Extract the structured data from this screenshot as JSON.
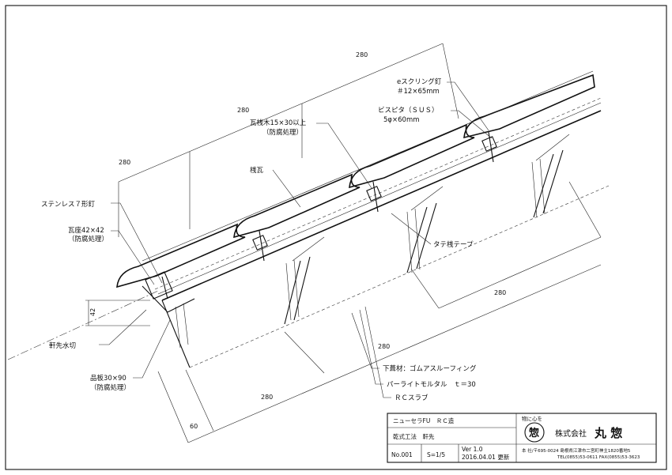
{
  "labels": {
    "stainless_nail": "ステンレス７形釘",
    "kawaraza_size": "瓦座42×42",
    "kawaraza_treat": "（防腐処理）",
    "nokisaki_mizukiri": "軒先水切",
    "shinaita_size": "品板30×90",
    "shinaita_treat": "（防腐処理）",
    "sangawara": "桟瓦",
    "sanki_size": "瓦桟木15×30以上",
    "sanki_treat": "（防腐処理）",
    "e_screw": "eスクリング釘",
    "e_screw_size": "＃12×65mm",
    "bispita": "ビスピタ（ＳＵＳ）",
    "bispita_size": "5φ×60mm",
    "tate_tape": "タテ桟テープ",
    "shitabuki": "下葺材：ゴムアスルーフィング",
    "perlite": "パーライトモルタル　ｔ＝30",
    "rc_slab": "ＲＣスラブ"
  },
  "dimensions": {
    "top_1": "280",
    "top_2": "280",
    "top_3": "280",
    "right_1": "280",
    "bottom_1": "280",
    "bottom_2": "280",
    "bottom_60": "60",
    "left_42": "42"
  },
  "title_block": {
    "product": "ニューセラFU　ＲＣ造",
    "method": "乾式工法　軒先",
    "number": "No.001",
    "scale": "S=1/5",
    "version": "Ver 1.0",
    "date": "2016.04.01 更新",
    "slogan": "物に心を",
    "logo_char": "惣",
    "company": "株式会社",
    "company_name": "丸 惣",
    "address": "本 社/〒695-0024 島根県江津市二宮町神主1820番地5",
    "tel": "TEL(0855)53-0611  FAX(0855)53-3623"
  }
}
